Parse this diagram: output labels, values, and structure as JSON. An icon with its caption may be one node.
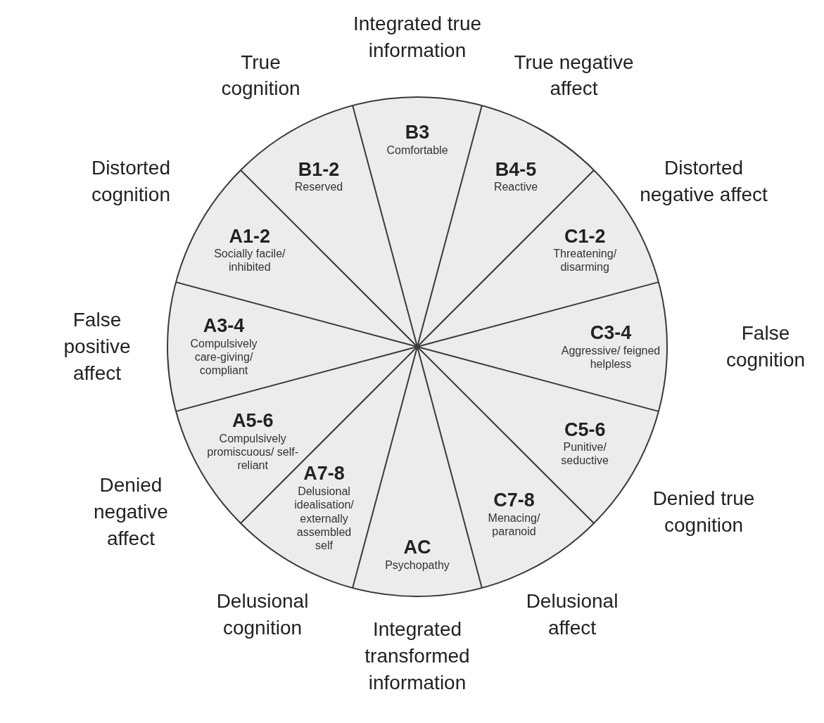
{
  "diagram": {
    "nodes": [
      {
        "text": [
          "B3",
          "Comfortable"
        ],
        "beside": [
          "Integrated true information"
        ]
      },
      {
        "text": [
          "B4-5",
          "Reactive"
        ],
        "beside": [
          "True negative affect"
        ]
      },
      {
        "text": [
          "C1-2",
          "Threatening/ disarming"
        ],
        "beside": [
          "Distorted negative affect"
        ]
      },
      {
        "text": [
          "C3-4",
          "Aggressive/ feigned helpless"
        ],
        "beside": [
          "False cognition"
        ]
      },
      {
        "text": [
          "C5-6",
          "Punitive/ seductive"
        ],
        "beside": [
          "Denied true cognition"
        ]
      },
      {
        "text": [
          "C7-8",
          "Menacing/ paranoid"
        ],
        "beside": [
          "Delusional affect"
        ]
      },
      {
        "text": [
          "AC",
          "Psychopathy"
        ],
        "beside": [
          "Integrated transformed information"
        ]
      },
      {
        "text": [
          "A7-8",
          "Delusional idealisation/ externally assembled self"
        ],
        "beside": [
          "Delusional cognition"
        ]
      },
      {
        "text": [
          "A5-6",
          "Compulsively promiscuous/ self-reliant"
        ],
        "beside": [
          "Denied negative affect"
        ]
      },
      {
        "text": [
          "A3-4",
          "Compulsively care-giving/ compliant"
        ],
        "beside": [
          "False positive affect"
        ]
      },
      {
        "text": [
          "A1-2",
          "Socially facile/ inhibited"
        ],
        "beside": [
          "Distorted cognition"
        ]
      },
      {
        "text": [
          "B1-2",
          "Reserved"
        ],
        "beside": [
          "True cognition"
        ]
      }
    ]
  }
}
